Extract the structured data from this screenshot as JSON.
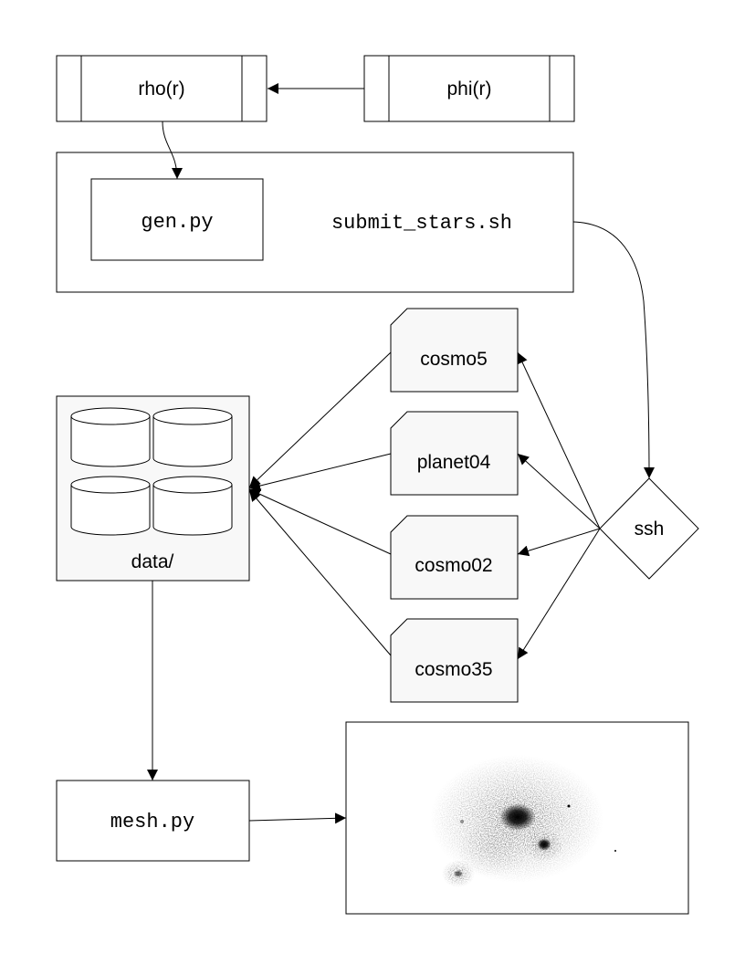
{
  "diagram": {
    "nodes": {
      "rho": {
        "label": "rho(r)",
        "shape": "process"
      },
      "phi": {
        "label": "phi(r)",
        "shape": "process"
      },
      "submit": {
        "label": "submit_stars.sh",
        "shape": "cluster"
      },
      "gen": {
        "label": "gen.py",
        "shape": "box"
      },
      "ssh": {
        "label": "ssh",
        "shape": "diamond"
      },
      "cosmo5": {
        "label": "cosmo5",
        "shape": "card"
      },
      "planet04": {
        "label": "planet04",
        "shape": "card"
      },
      "cosmo02": {
        "label": "cosmo02",
        "shape": "card"
      },
      "cosmo35": {
        "label": "cosmo35",
        "shape": "card"
      },
      "data": {
        "label": "data/",
        "shape": "storage",
        "disk_count": 4
      },
      "mesh": {
        "label": "mesh.py",
        "shape": "box"
      },
      "plot": {
        "label": "",
        "shape": "image",
        "description_icon": "density-scatter-image"
      }
    },
    "edges": [
      {
        "from": "phi",
        "to": "rho"
      },
      {
        "from": "rho",
        "to": "gen"
      },
      {
        "from": "submit",
        "to": "ssh"
      },
      {
        "from": "ssh",
        "to": "cosmo5"
      },
      {
        "from": "ssh",
        "to": "planet04"
      },
      {
        "from": "ssh",
        "to": "cosmo02"
      },
      {
        "from": "ssh",
        "to": "cosmo35"
      },
      {
        "from": "cosmo5",
        "to": "data"
      },
      {
        "from": "planet04",
        "to": "data"
      },
      {
        "from": "cosmo02",
        "to": "data"
      },
      {
        "from": "cosmo35",
        "to": "data"
      },
      {
        "from": "data",
        "to": "mesh"
      },
      {
        "from": "mesh",
        "to": "plot"
      }
    ],
    "colors": {
      "stroke": "#000000",
      "node_fill": "#ffffff",
      "storage_fill": "#f8f8f8",
      "card_fill": "#f8f8f8"
    }
  }
}
